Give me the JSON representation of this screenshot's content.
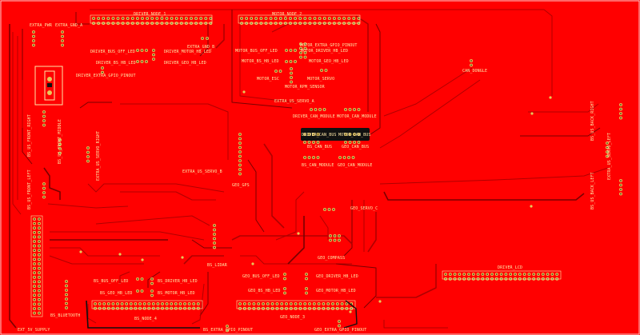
{
  "colors": {
    "board": "#ff0000",
    "trace": "#b00000",
    "trace_dark": "#7a0000",
    "pad": "#e8c85a",
    "pad_hole": "#3a2a10",
    "silk": "#ffe9a8",
    "outline": "#ffd0d0",
    "chip": "#111111"
  },
  "labels": {
    "driver_node": "DRIVER_NODE_1",
    "motor_node": "MOTOR_NODE_2",
    "extra_pwr": "EXTRA_PWR",
    "extra_gnd_a": "EXTRA_GND_A",
    "extra_gnd_b": "EXTRA_GND_B",
    "driver_bus_off_led": "DRIVER_BUS_OFF_LED",
    "driver_motor_hb_led": "DRIVER_MOTOR_HB_LED",
    "driver_bs_hb_led": "DRIVER_BS_HB_LED",
    "driver_geo_hb_led": "DRIVER_GEO_HB_LED",
    "driver_extra_gpio_pinout": "DRIVER_EXTRA_GPIO_PINOUT",
    "motor_extra_gpio_pinout": "MOTOR_EXTRA_GPIO_PINOUT",
    "motor_bus_off_led": "MOTOR_BUS_OFF_LED",
    "motor_driver_hb_led": "MOTOR_DRIVER_HB_LED",
    "motor_bs_hb_led": "MOTOR_BS_HB_LED",
    "motor_geo_hb_led": "MOTOR_GEO_HB_LED",
    "motor_esc": "MOTOR_ESC",
    "motor_servo": "MOTOR_SERVO",
    "motor_rpm_sensor": "MOTOR_RPM_SENSOR",
    "extra_us_servo_a": "EXTRA_US_SERVO_A",
    "extra_us_servo_b": "EXTRA_US_SERVO_B",
    "can_dongle": "CAN_DONGLE",
    "driver_can_module": "DRIVER_CAN_MODULE",
    "motor_can_module": "MOTOR_CAN_MODULE",
    "driver_can_bus": "DRIVER_CAN_BUS",
    "motor_can_bus": "MOTOR_CAN_BUS",
    "bs_can_bus": "BS_CAN_BUS",
    "geo_can_bus": "GEO_CAN_BUS",
    "bs_can_module": "BS_CAN_MODULE",
    "geo_can_module": "GEO_CAN_MODULE",
    "geo_gps": "GEO_GPS",
    "geo_compass": "GEO_COMPASS",
    "geo_bus_off_led": "GEO_BUS_OFF_LED",
    "geo_driver_hb_led": "GEO_DRIVER_HB_LED",
    "geo_bs_hb_led": "GEO_BS_HB_LED",
    "geo_motor_hb_led": "GEO_MOTOR_HB_LED",
    "geo_node": "GEO_NODE_3",
    "geo_extra_gpio_pinout": "GEO_EXTRA_GPIO_PINOUT",
    "bs_bus_off_led": "BS_BUS_OFF_LED",
    "bs_driver_hb_led": "BS_DRIVER_HB_LED",
    "bs_geo_hb_led": "BS_GEO_HB_LED",
    "bs_motor_hb_led": "BS_MOTOR_HB_LED",
    "bs_node": "BS_NODE_4",
    "bs_extra_gpio_pinout": "BS_EXTRA_GPIO_PINOUT",
    "bs_bluetooth": "BS_BLUETOOTH",
    "bs_lidar": "BS_LIDAR",
    "ext_5v_supply": "EXT_5V_SUPPLY",
    "driver_lcd": "DRIVER_LCD",
    "us_front_right": "BS_US_FRONT_RIGHT",
    "us_front_middle": "BS_US_FRONT_MIDDLE",
    "us_front_left": "BS_US_FRONT_LEFT",
    "us_back_right": "BS_US_BACK_RIGHT",
    "us_back_left": "BS_US_BACK_LEFT",
    "geo_servo": "GEO_SERVO_C",
    "extra_us_servo_right": "EXTRA_US_SERVO_RIGHT",
    "extra_us_servo_left": "EXTRA_US_SERVO_LEFT"
  }
}
